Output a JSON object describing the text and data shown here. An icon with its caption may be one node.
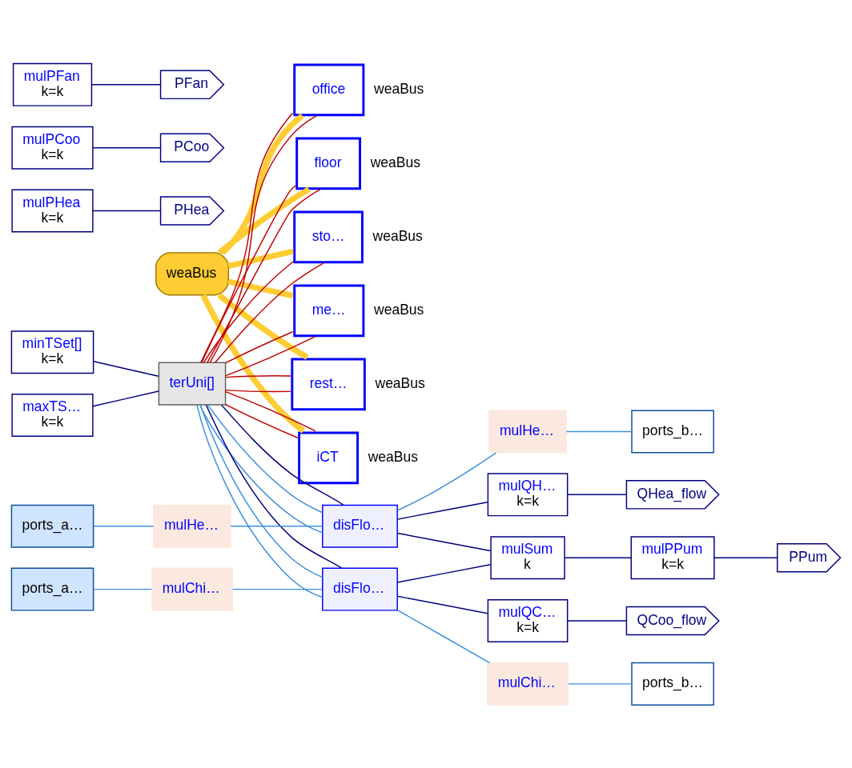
{
  "diagram": {
    "nodes": [
      {
        "text": [
          "weaBus"
        ]
      },
      {
        "text": [
          "mulQH…",
          "k=k"
        ]
      },
      {
        "text": [
          "QHea_flow"
        ]
      },
      {
        "text": [
          "minTSet[]",
          "k=k"
        ]
      },
      {
        "text": [
          "mulQC…",
          "k=k"
        ]
      },
      {
        "text": [
          "QCoo_flow"
        ]
      },
      {
        "text": [
          "maxTS…",
          "k=k"
        ]
      },
      {
        "text": [
          "mulPHea",
          "k=k"
        ]
      },
      {
        "text": [
          "PHea"
        ]
      },
      {
        "text": [
          "mulPCoo",
          "k=k"
        ]
      },
      {
        "text": [
          "PCoo"
        ]
      },
      {
        "text": [
          "mulPFan",
          "k=k"
        ]
      },
      {
        "text": [
          "PFan"
        ]
      },
      {
        "text": [
          "mulSum",
          "k"
        ]
      },
      {
        "text": [
          "mulPPum",
          "k=k"
        ]
      },
      {
        "text": [
          "PPum"
        ]
      },
      {
        "text": [
          "office"
        ],
        "beside": [
          "weaBus"
        ]
      },
      {
        "text": [
          "floor"
        ],
        "beside": [
          "weaBus"
        ]
      },
      {
        "text": [
          "sto…"
        ],
        "beside": [
          "weaBus"
        ]
      },
      {
        "text": [
          "me…"
        ],
        "beside": [
          "weaBus"
        ]
      },
      {
        "text": [
          "rest…"
        ],
        "beside": [
          "weaBus"
        ]
      },
      {
        "text": [
          "iCT"
        ],
        "beside": [
          "weaBus"
        ]
      },
      {
        "text": [
          "ports_a…"
        ]
      },
      {
        "text": [
          "ports_b…"
        ]
      },
      {
        "text": [
          "terUni[]"
        ]
      },
      {
        "text": [
          "mulHe…"
        ]
      },
      {
        "text": [
          "mulHe…"
        ]
      },
      {
        "text": [
          "disFlo…"
        ]
      },
      {
        "text": [
          "ports_a…"
        ]
      },
      {
        "text": [
          "ports_b…"
        ]
      },
      {
        "text": [
          "mulChi…"
        ]
      },
      {
        "text": [
          "disFlo…"
        ]
      },
      {
        "text": [
          "mulChi…"
        ]
      }
    ],
    "edges": [
      {
        "from": 0,
        "to": 16,
        "arrow": "none",
        "style": "thick",
        "color": "#ffcc33"
      },
      {
        "from": 0,
        "to": 17,
        "arrow": "none",
        "style": "thick",
        "color": "#ffcc33"
      },
      {
        "from": 0,
        "to": 18,
        "arrow": "none",
        "style": "thick",
        "color": "#ffcc33"
      },
      {
        "from": 0,
        "to": 19,
        "arrow": "none",
        "style": "thick",
        "color": "#ffcc33"
      },
      {
        "from": 0,
        "to": 20,
        "arrow": "none",
        "style": "thick",
        "color": "#ffcc33"
      },
      {
        "from": 0,
        "to": 21,
        "arrow": "none",
        "style": "thick",
        "color": "#ffcc33"
      },
      {
        "from": 3,
        "to": 24,
        "arrow": "none"
      },
      {
        "from": 6,
        "to": 24,
        "arrow": "none"
      },
      {
        "from": 24,
        "to": 16,
        "arrow": "none",
        "color": "#bf0000"
      },
      {
        "from": 24,
        "to": 17,
        "arrow": "none",
        "color": "#bf0000"
      },
      {
        "from": 24,
        "to": 18,
        "arrow": "none",
        "color": "#bf0000"
      },
      {
        "from": 24,
        "to": 19,
        "arrow": "none",
        "color": "#bf0000"
      },
      {
        "from": 24,
        "to": 20,
        "arrow": "none",
        "color": "#bf0000"
      },
      {
        "from": 24,
        "to": 21,
        "arrow": "none",
        "color": "#bf0000"
      },
      {
        "from": 24,
        "to": 16,
        "arrow": "none",
        "color": "#bf0000"
      },
      {
        "from": 24,
        "to": 17,
        "arrow": "none",
        "color": "#bf0000"
      },
      {
        "from": 24,
        "to": 18,
        "arrow": "none",
        "color": "#bf0000"
      },
      {
        "from": 24,
        "to": 19,
        "arrow": "none",
        "color": "#bf0000"
      },
      {
        "from": 24,
        "to": 20,
        "arrow": "none",
        "color": "#bf0000"
      },
      {
        "from": 24,
        "to": 21,
        "arrow": "none",
        "color": "#bf0000"
      },
      {
        "from": 22,
        "to": 25,
        "arrow": "none",
        "color": "#3c8fe0"
      },
      {
        "from": 25,
        "to": 27,
        "arrow": "none",
        "color": "#3c8fe0"
      },
      {
        "from": 27,
        "to": 26,
        "arrow": "none",
        "color": "#3c8fe0"
      },
      {
        "from": 26,
        "to": 23,
        "arrow": "none",
        "color": "#3c8fe0"
      },
      {
        "from": 24,
        "to": 27,
        "arrow": "none",
        "color": "#3c8fe0"
      },
      {
        "from": 24,
        "to": 27,
        "arrow": "none",
        "color": "#3c8fe0"
      },
      {
        "from": 24,
        "to": 31,
        "arrow": "none",
        "color": "#3c8fe0"
      },
      {
        "from": 24,
        "to": 31,
        "arrow": "none",
        "color": "#3c8fe0"
      },
      {
        "from": 24,
        "to": 27,
        "arrow": "none"
      },
      {
        "from": 24,
        "to": 31,
        "arrow": "none"
      },
      {
        "from": 28,
        "to": 30,
        "arrow": "none",
        "color": "#3c8fe0"
      },
      {
        "from": 30,
        "to": 31,
        "arrow": "none",
        "color": "#3c8fe0"
      },
      {
        "from": 31,
        "to": 32,
        "arrow": "none",
        "color": "#3c8fe0"
      },
      {
        "from": 32,
        "to": 29,
        "arrow": "none",
        "color": "#3c8fe0"
      },
      {
        "from": 27,
        "to": 1,
        "arrow": "none"
      },
      {
        "from": 31,
        "to": 4,
        "arrow": "none"
      },
      {
        "from": 27,
        "to": 13,
        "arrow": "none"
      },
      {
        "from": 31,
        "to": 13,
        "arrow": "none"
      },
      {
        "from": 13,
        "to": 14,
        "arrow": "none"
      },
      {
        "from": 1,
        "to": 2,
        "arrow": "none"
      },
      {
        "from": 4,
        "to": 5,
        "arrow": "none"
      },
      {
        "from": 7,
        "to": 8,
        "arrow": "none"
      },
      {
        "from": 9,
        "to": 10,
        "arrow": "none"
      },
      {
        "from": 11,
        "to": 12,
        "arrow": "none"
      },
      {
        "from": 14,
        "to": 15,
        "arrow": "none"
      }
    ]
  }
}
